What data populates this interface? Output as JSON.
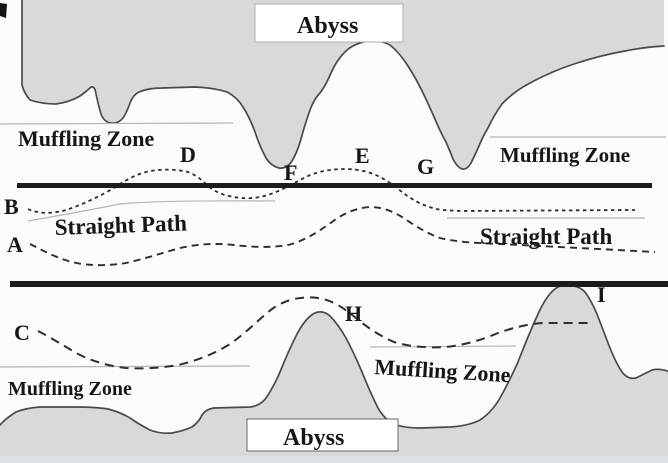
{
  "labels": {
    "abyss_top": "Abyss",
    "abyss_bottom": "Abyss",
    "muffling_top_left": "Muffling Zone",
    "muffling_top_right": "Muffling Zone",
    "muffling_bottom_left": "Muffling Zone",
    "muffling_bottom_mid": "Muffling Zone",
    "straight_path_left": "Straight Path",
    "straight_path_right": "Straight Path"
  },
  "points": {
    "a": "A",
    "b": "B",
    "c": "C",
    "d": "D",
    "e": "E",
    "f": "F",
    "g": "G",
    "h": "H",
    "i": "I"
  },
  "colors": {
    "paper": "#fbfbf9",
    "landform_fill": "#d9d9d9",
    "landform_outline": "#4a4a4a",
    "boundary_line": "#1c1c1c",
    "dashed_path": "#2d2d2d",
    "faint_line": "#b5b5b5",
    "label_box_fill": "#ffffff",
    "scan_strip": "#dde2e9"
  }
}
